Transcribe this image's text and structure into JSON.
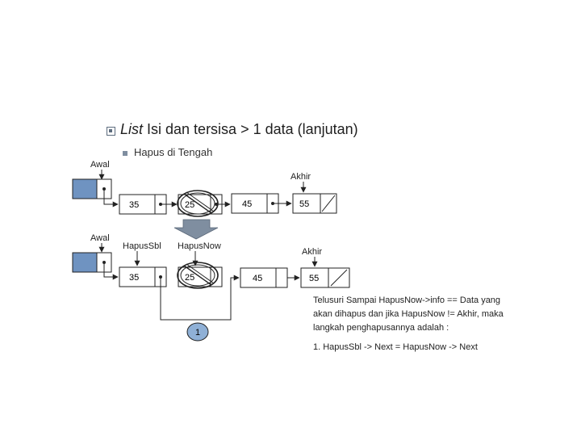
{
  "slide": {
    "title_italic": "List",
    "title_rest": " Isi dan tersisa > 1 data (lanjutan)",
    "subtitle": "Hapus di Tengah"
  },
  "diagram": {
    "top": {
      "awal_label": "Awal",
      "akhir_label": "Akhir",
      "nodes": [
        "35",
        "25",
        "45",
        "55"
      ]
    },
    "bottom": {
      "awal_label": "Awal",
      "hapussbl_label": "HapusSbl",
      "hapusnow_label": "HapusNow",
      "akhir_label": "Akhir",
      "nodes": [
        "35",
        "25",
        "45",
        "55"
      ],
      "step_label": "1"
    }
  },
  "description": {
    "line1": "Telusuri Sampai HapusNow->info == Data yang",
    "line2": "akan dihapus dan jika HapusNow != Akhir, maka",
    "line3": "langkah penghapusannya adalah :",
    "step1": "1. HapusSbl -> Next = HapusNow -> Next"
  },
  "colors": {
    "head_fill": "#6f93c1",
    "step_fill": "#8fb0d6",
    "arrow_fill": "#7f8ea0",
    "line": "#222222"
  }
}
